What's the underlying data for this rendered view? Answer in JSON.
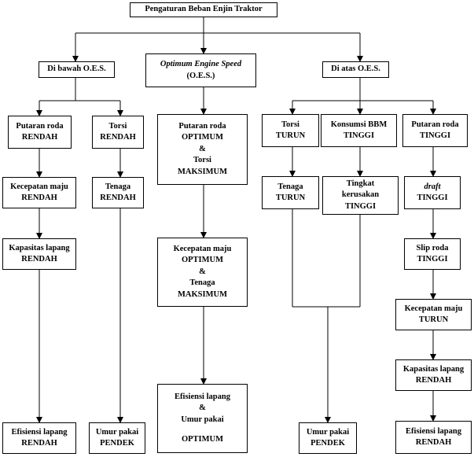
{
  "nodes": {
    "root": [
      "Pengaturan Beban Enjin Traktor"
    ],
    "below_oes": [
      "Di bawah O.E.S."
    ],
    "oes": [
      "Optimum Engine Speed",
      "(O.E.S.)"
    ],
    "above_oes": [
      "Di atas O.E.S."
    ],
    "b_putaran": [
      "Putaran roda",
      "RENDAH"
    ],
    "b_torsi": [
      "Torsi",
      "RENDAH"
    ],
    "b_kecepatan": [
      "Kecepatan maju",
      "RENDAH"
    ],
    "b_tenaga": [
      "Tenaga",
      "RENDAH"
    ],
    "b_kapasitas": [
      "Kapasitas lapang",
      "RENDAH"
    ],
    "b_efisiensi": [
      "Efisiensi lapang",
      "RENDAH"
    ],
    "b_umur": [
      "Umur pakai",
      "PENDEK"
    ],
    "o_putaran": [
      "Putaran roda",
      "OPTIMUM",
      "&",
      "Torsi",
      "MAKSIMUM"
    ],
    "o_kecepatan": [
      "Kecepatan maju",
      "OPTIMUM",
      "&",
      "Tenaga",
      "MAKSIMUM"
    ],
    "o_efisiensi": [
      "Efisiensi lapang",
      "&",
      "Umur pakai",
      "OPTIMUM"
    ],
    "a_torsi": [
      "Torsi",
      "TURUN"
    ],
    "a_konsumsi": [
      "Konsumsi BBM",
      "TINGGI"
    ],
    "a_putaran": [
      "Putaran roda",
      "TINGGI"
    ],
    "a_tenaga": [
      "Tenaga",
      "TURUN"
    ],
    "a_kerusakan": [
      "Tingkat",
      "kerusakan",
      "TINGGI"
    ],
    "a_draft": [
      "draft",
      "TINGGI"
    ],
    "a_slip": [
      "Slip roda",
      "TINGGI"
    ],
    "a_kecepatan": [
      "Kecepatan maju",
      "TURUN"
    ],
    "a_kapasitas": [
      "Kapasitas lapang",
      "RENDAH"
    ],
    "a_efisiensi": [
      "Efisiensi lapang",
      "RENDAH"
    ],
    "a_umur": [
      "Umur pakai",
      "PENDEK"
    ]
  }
}
